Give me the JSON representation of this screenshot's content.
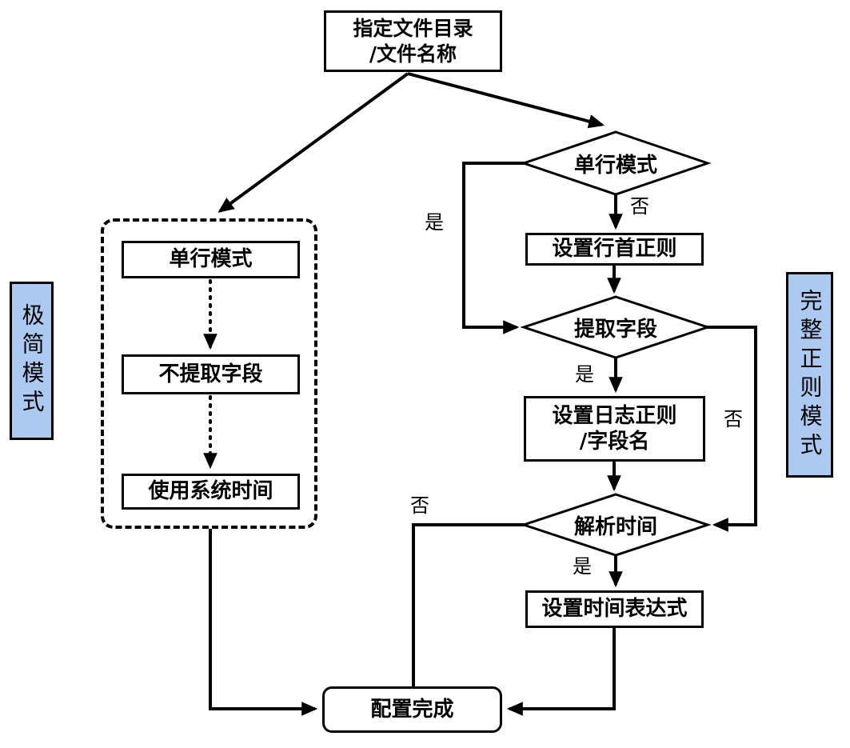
{
  "colors": {
    "line": "#000000",
    "node_background": "#ffffff",
    "mode_label_background": "#abc9f1",
    "text": "#000000"
  },
  "nodes": {
    "start": {
      "line1": "指定文件目录",
      "line2": "/文件名称"
    },
    "minimal_mode_group": {
      "single_line_box": "单行模式",
      "no_extract_fields_box": "不提取字段",
      "use_system_time_box": "使用系统时间"
    },
    "single_line_decision": "单行模式",
    "line_start_regex_box": "设置行首正则",
    "extract_fields_decision": "提取字段",
    "log_regex_box": {
      "line1": "设置日志正则",
      "line2": "/字段名"
    },
    "parse_time_decision": "解析时间",
    "time_expression_box": "设置时间表达式",
    "complete_box": "配置完成"
  },
  "mode_labels": {
    "left": "极简模式",
    "right": "完整正则模式"
  },
  "edge_labels": {
    "single_line_no": "否",
    "single_line_yes": "是",
    "extract_fields_yes": "是",
    "extract_fields_no": "否",
    "parse_time_yes": "是",
    "parse_time_no": "否"
  }
}
